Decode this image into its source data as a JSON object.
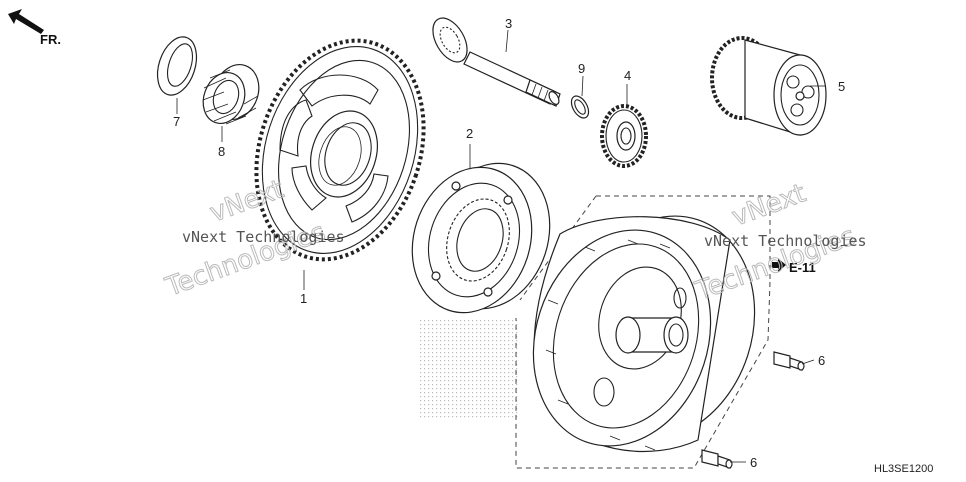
{
  "direction_arrow": {
    "label": "FR.",
    "icon": "front-direction-arrow-icon"
  },
  "callouts": [
    {
      "id": "callout-1",
      "number": "1"
    },
    {
      "id": "callout-2",
      "number": "2"
    },
    {
      "id": "callout-3",
      "number": "3"
    },
    {
      "id": "callout-4",
      "number": "4"
    },
    {
      "id": "callout-5",
      "number": "5"
    },
    {
      "id": "callout-6a",
      "number": "6"
    },
    {
      "id": "callout-6b",
      "number": "6"
    },
    {
      "id": "callout-7",
      "number": "7"
    },
    {
      "id": "callout-8",
      "number": "8"
    },
    {
      "id": "callout-9",
      "number": "9"
    }
  ],
  "reference": {
    "label": "E-11"
  },
  "diagram_code": "HL3SE1200",
  "watermarks": [
    {
      "line1": "vNext Technologies",
      "line2": "vNext",
      "line3": "Technologies"
    },
    {
      "line1": "vNext Technologies",
      "line2": "vNext",
      "line3": "Technologies"
    }
  ]
}
